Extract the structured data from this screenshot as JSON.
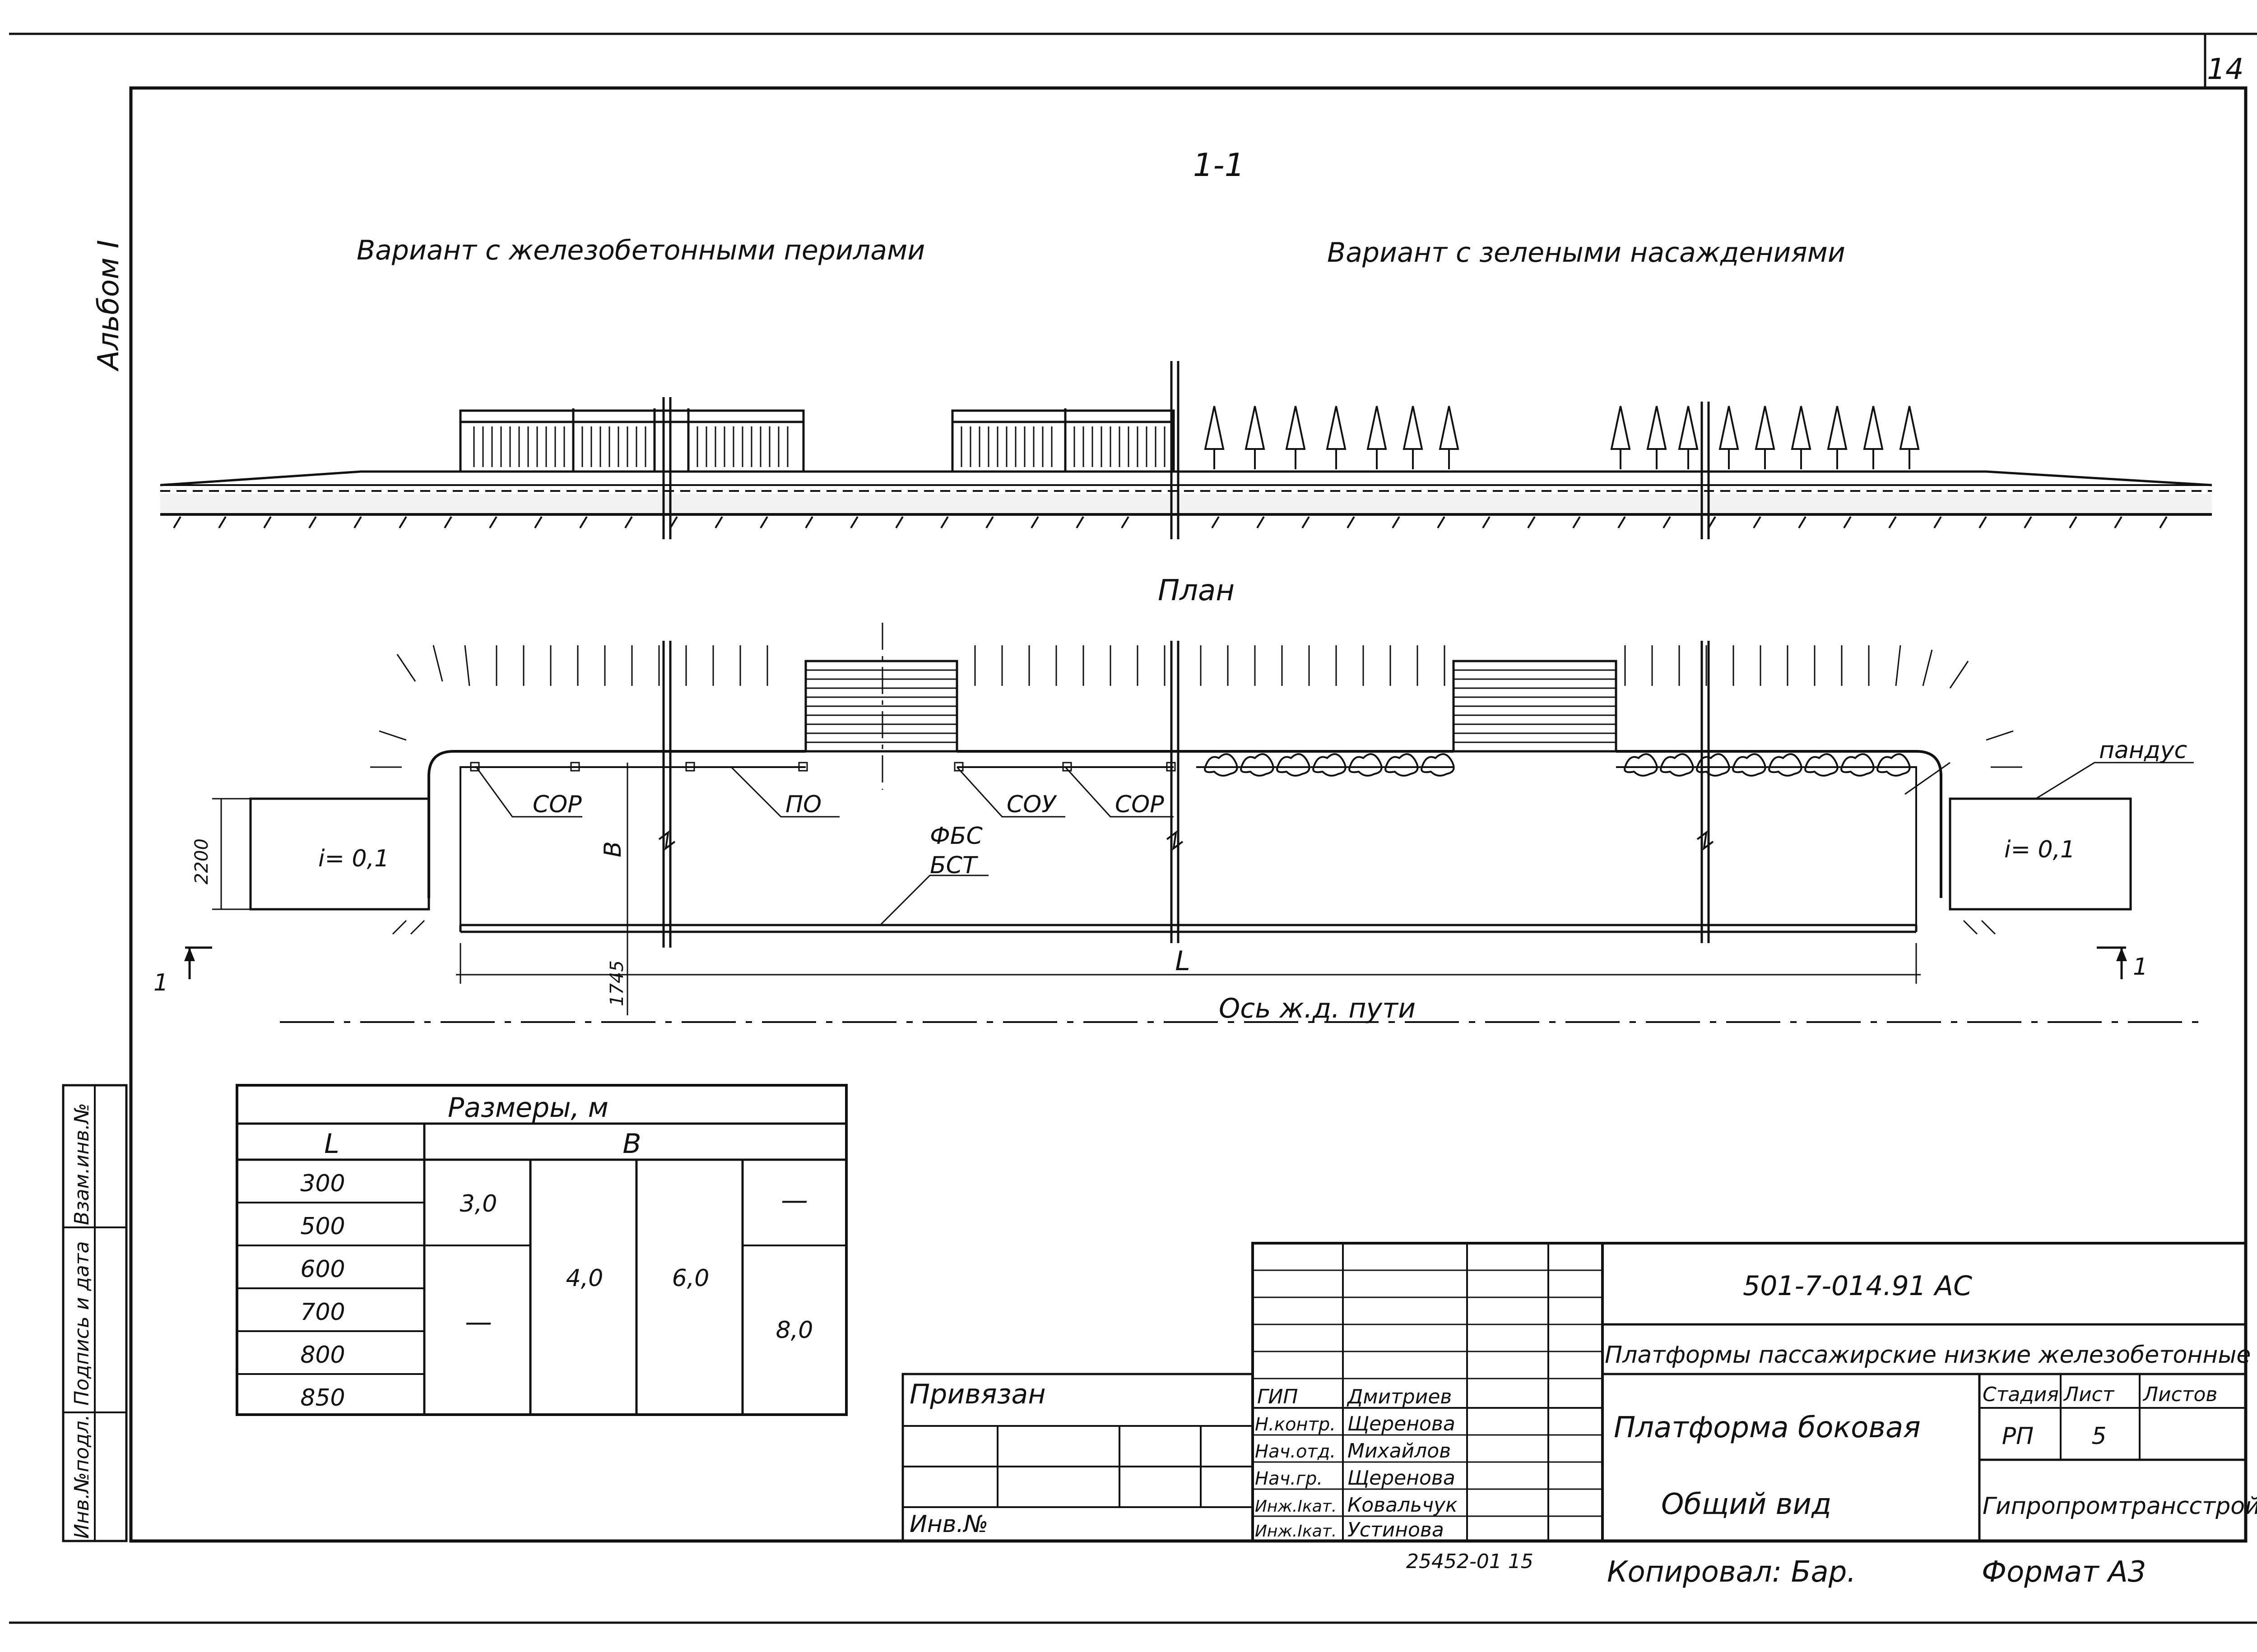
{
  "sheet_number": "14",
  "album": "Альбом I",
  "section_title": "1-1",
  "variant_left": "Вариант с железобетонными перилами",
  "variant_right": "Вариант с зелеными насаждениями",
  "plan_title": "План",
  "labels": {
    "sor_left": "СОР",
    "po": "ПО",
    "soy": "СОУ",
    "sor_right": "СОР",
    "fbs": "ФБС",
    "bst": "БСТ",
    "b": "В",
    "ramp": "пандус",
    "slope_left": "i= 0,1",
    "slope_right": "i= 0,1",
    "dim_2200": "2200",
    "dim_1745": "1745",
    "dim_L": "L",
    "axis": "Ось ж.д. пути",
    "cut_left": "1",
    "cut_right": "1"
  },
  "sizes_table": {
    "title": "Размеры, м",
    "col_L": "L",
    "col_B": "В",
    "rows": [
      "300",
      "500",
      "600",
      "700",
      "800",
      "850"
    ],
    "b_3_0": "3,0",
    "b_dash1": "—",
    "b_4_0": "4,0",
    "b_6_0": "6,0",
    "b_dash2": "—",
    "b_8_0": "8,0"
  },
  "side_stamp": {
    "vzam": "Взам.инв.№",
    "podpis": "Подпись и дата",
    "inv": "Инв.№подл."
  },
  "title_block": {
    "code": "501-7-014.91 АС",
    "project": "Платформы пассажирские низкие железобетонные",
    "sheet_name": "Платформа боковая",
    "view_name": "Общий вид",
    "stage_h": "Стадия",
    "list_h": "Лист",
    "listov_h": "Листов",
    "stage": "РП",
    "list": "5",
    "org": "Гипропромтрансстрой",
    "privyazan": "Привязан",
    "inv_no": "Инв.№",
    "staff": [
      {
        "role": "ГИП",
        "name": "Дмитриев"
      },
      {
        "role": "Н.контр.",
        "name": "Щеренова"
      },
      {
        "role": "Нач.отд.",
        "name": "Михайлов"
      },
      {
        "role": "Нач.гр.",
        "name": "Щеренова"
      },
      {
        "role": "Инж.Ікат.",
        "name": "Ковальчук"
      },
      {
        "role": "Инж.Ікат.",
        "name": "Устинова"
      }
    ]
  },
  "footer": {
    "number": "25452-01 15",
    "copied": "Копировал: Бар.",
    "format": "Формат А3"
  }
}
